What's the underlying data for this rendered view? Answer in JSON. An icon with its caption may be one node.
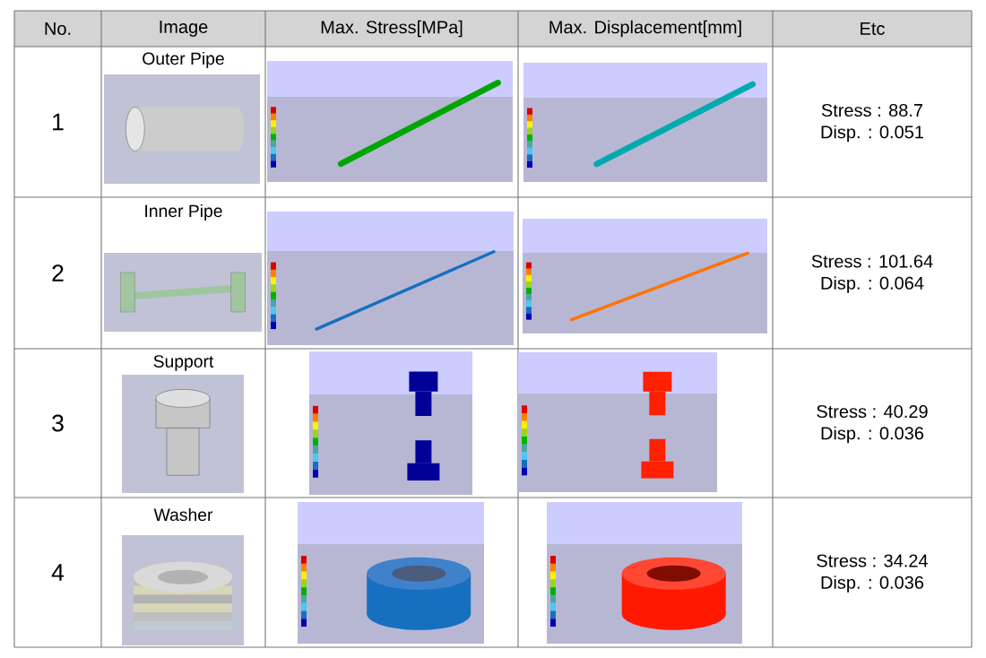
{
  "diagram": {
    "labels": [
      "No.",
      "Image",
      "Max. Stress[MPa]",
      "Max. Displacement[mm]",
      "Etc",
      "1",
      "Outer Pipe",
      "Stress : 88.7",
      "Disp. : 0.051",
      "2",
      "Inner Pipe",
      "Stress : 101.64",
      "Disp. : 0.064",
      "3",
      "Support",
      "Stress : 40.29",
      "Disp. : 0.036",
      "4",
      "Washer",
      "Stress : 34.24",
      "Disp. : 0.036"
    ]
  }
}
